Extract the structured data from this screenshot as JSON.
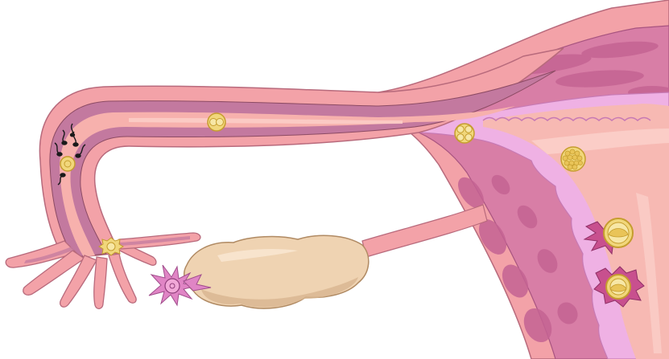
{
  "colors": {
    "background": "#ffffff",
    "tube_outer": "#f3a2a8",
    "tube_inner": "#c3799f",
    "tube_lumen": "#f7b1ad",
    "muscle_wall": "#d87ea6",
    "muscle_fiber": "#c56393",
    "endometrium": "#efb1e4",
    "cavity": "#f7b9b3",
    "ovary": "#efd3b2",
    "ovary_shadow": "#d8b590",
    "embryo_fill": "#f1d77b",
    "embryo_ring": "#c59d2e",
    "sperm": "#1a1a1a",
    "follicle": "#e085c5",
    "outline": "#8c4a63"
  },
  "stages": [
    {
      "name": "ovulated-oocyte"
    },
    {
      "name": "fertilization"
    },
    {
      "name": "zygote"
    },
    {
      "name": "two-cell-stage"
    },
    {
      "name": "four-cell-stage"
    },
    {
      "name": "morula"
    },
    {
      "name": "blastocyst"
    },
    {
      "name": "implanting-blastocyst"
    }
  ]
}
